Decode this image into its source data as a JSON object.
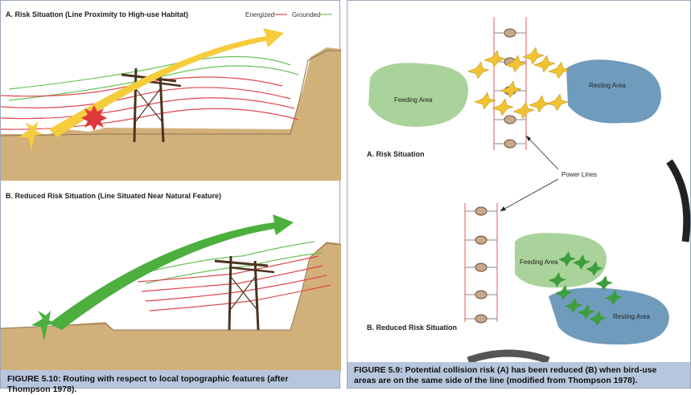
{
  "figure_510": {
    "title_a": "A. Risk Situation (Line Proximity to High-use Habitat)",
    "title_b": "B. Reduced Risk Situation (Line Situated Near Natural Feature)",
    "legend": {
      "energized": "Energized",
      "grounded": "Grounded"
    },
    "caption": "FIGURE 5.10: Routing with respect to local topographic features (after Thompson 1978).",
    "colors": {
      "energized": "#e0464d",
      "grounded": "#6cc05a",
      "risk_arrow": "#f5cc3b",
      "safe_arrow": "#4caf3e",
      "terrain": "#d2b07a"
    }
  },
  "figure_59": {
    "feeding_a": "Feeding Area",
    "resting_a": "Resting Area",
    "label_a": "A. Risk Situation",
    "power_lines": "Power Lines",
    "feeding_b": "Feeding Area",
    "resting_b": "Resting Area",
    "label_b": "B. Reduced Risk Situation",
    "caption_line1": "FIGURE 5.9: Potential collision risk (A) has been reduced (B) when bird-use",
    "caption_line2": "areas are on the same side of the line (modified from Thompson 1978).",
    "colors": {
      "feeding": "#a9d39a",
      "resting": "#6f9bbd",
      "yellow_birds": "#f1c232",
      "green_birds": "#3c9e3c",
      "line": "#e55a5a"
    }
  }
}
